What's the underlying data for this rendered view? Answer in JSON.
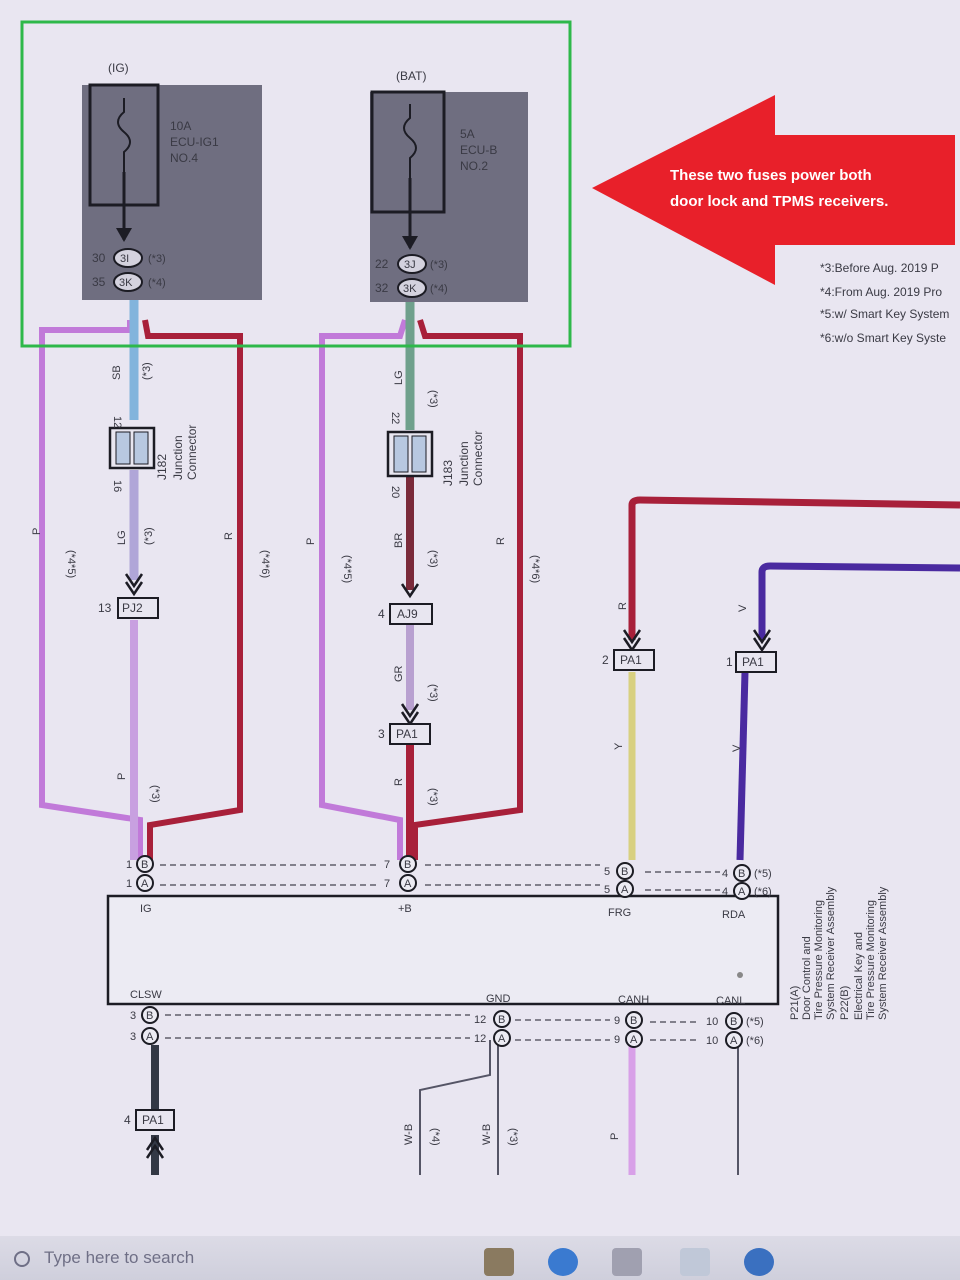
{
  "fuses": [
    {
      "source": "(IG)",
      "rating": "10A",
      "line1": "ECU-IG1",
      "line2": "NO.4",
      "pins": [
        {
          "num": "30",
          "code": "3I",
          "note": "(*3)"
        },
        {
          "num": "35",
          "code": "3K",
          "note": "(*4)"
        }
      ]
    },
    {
      "source": "(BAT)",
      "rating": "5A",
      "line1": "ECU-B",
      "line2": "NO.2",
      "pins": [
        {
          "num": "22",
          "code": "3J",
          "note": "(*3)"
        },
        {
          "num": "32",
          "code": "3K",
          "note": "(*4)"
        }
      ]
    }
  ],
  "callout": {
    "line1": "These two fuses power both",
    "line2": "door lock and TPMS receivers."
  },
  "notes": [
    "*3:Before Aug. 2019 P",
    "*4:From Aug. 2019 Pro",
    "*5:w/ Smart Key System",
    "*6:w/o Smart Key Syste"
  ],
  "junctions": [
    {
      "id": "J182",
      "name1": "Junction",
      "name2": "Connector",
      "pin_top": "12",
      "pin_bottom": "16"
    },
    {
      "id": "J183",
      "name1": "Junction",
      "name2": "Connector",
      "pin_top": "22",
      "pin_bottom": "20"
    }
  ],
  "wire_labels": {
    "sb": "SB",
    "lg": "LG",
    "p": "P",
    "r": "R",
    "br": "BR",
    "gr": "GR",
    "y": "Y",
    "v": "V",
    "wb": "W-B",
    "n3": "(*3)",
    "n4": "(*4)",
    "n45": "(*4*5)",
    "n46": "(*4*6)"
  },
  "connectors": [
    {
      "name": "PJ2",
      "pin": "13"
    },
    {
      "name": "AJ9",
      "pin": "4"
    },
    {
      "name": "PA1",
      "pin": "3"
    },
    {
      "name": "PA1",
      "pin": "2"
    },
    {
      "name": "PA1",
      "pin": "1"
    },
    {
      "name": "PA1",
      "pin": "4"
    }
  ],
  "ecu": {
    "top_pins": [
      {
        "label": "IG",
        "num": "1"
      },
      {
        "label": "+B",
        "num": "7"
      },
      {
        "label": "FRG",
        "num": "5"
      },
      {
        "label": "RDA",
        "num": "4"
      }
    ],
    "bottom_pins": [
      {
        "label": "CLSW",
        "num": "3"
      },
      {
        "label": "GND",
        "num": "12"
      },
      {
        "label": "CANH",
        "num": "9"
      },
      {
        "label": "CANL",
        "num": "10"
      }
    ],
    "pin_codes": [
      "B",
      "A"
    ],
    "note5": "(*5)",
    "note6": "(*6)",
    "title": [
      "P21(A)",
      "Door Control and",
      "Tire Pressure Monitoring",
      "System Receiver Assembly",
      "P22(B)",
      "Electrical Key and",
      "Tire Pressure Monitoring",
      "System Receiver Assembly"
    ]
  },
  "taskbar": {
    "search_placeholder": "Type here to search"
  },
  "colors": {
    "red": "#a8203a",
    "pink": "#c17ad9",
    "blue": "#82b4dc",
    "green": "#6fa08c",
    "lg": "#b0a6d8",
    "yellow": "#d8d080",
    "violet": "#4a2aa0",
    "highlight": "#2eb84a",
    "arrow": "#e8202a"
  }
}
